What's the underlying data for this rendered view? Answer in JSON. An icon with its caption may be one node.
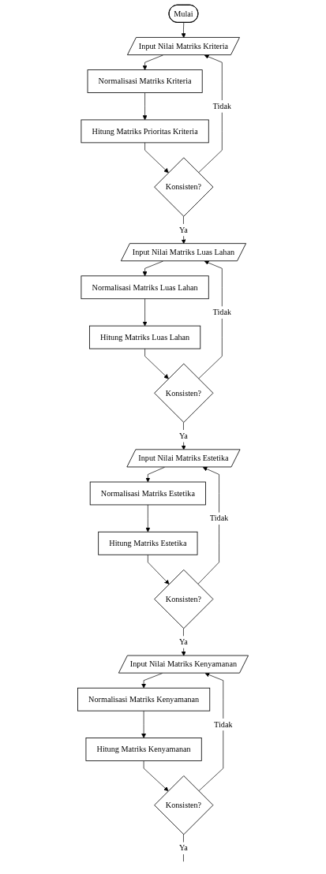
{
  "diagram": {
    "nodes": [
      {
        "text": [
          "Mulai"
        ]
      },
      {
        "text": [
          "Input Nilai Matriks Kriteria"
        ]
      },
      {
        "text": [
          "Normalisasi Matriks Kriteria"
        ]
      },
      {
        "text": [
          "Hitung Matriks Prioritas Kriteria"
        ]
      },
      {
        "text": [
          "Konsisten?"
        ]
      },
      {
        "text": [
          "Input Nilai Matriks Luas Lahan"
        ]
      },
      {
        "text": [
          "Normalisasi Matriks Luas Lahan"
        ]
      },
      {
        "text": [
          "Hitung Matriks Luas Lahan"
        ]
      },
      {
        "text": [
          "Konsisten?"
        ]
      },
      {
        "text": [
          "Input Nilai Matriks Estetika"
        ]
      },
      {
        "text": [
          "Normalisasi Matriks Estetika"
        ]
      },
      {
        "text": [
          "Hitung Matriks Estetika"
        ]
      },
      {
        "text": [
          "Konsisten?"
        ]
      },
      {
        "text": [
          "Input Nilai Matriks Kenyamanan"
        ]
      },
      {
        "text": [
          "Normalisasi Matriks Kenyamanan"
        ]
      },
      {
        "text": [
          "Hitung Matriks Kenyamanan"
        ]
      },
      {
        "text": [
          "Konsisten?"
        ]
      }
    ],
    "edges": [
      {
        "from": 0,
        "to": 1,
        "arrow": "to"
      },
      {
        "from": 1,
        "to": 2,
        "arrow": "to"
      },
      {
        "from": 2,
        "to": 3,
        "arrow": "to"
      },
      {
        "from": 3,
        "to": 4,
        "arrow": "to"
      },
      {
        "from": 4,
        "to": 1,
        "arrow": "to",
        "label": "Tidak"
      },
      {
        "from": 4,
        "to": 5,
        "arrow": "to",
        "label": "Ya"
      },
      {
        "from": 5,
        "to": 6,
        "arrow": "to"
      },
      {
        "from": 6,
        "to": 7,
        "arrow": "to"
      },
      {
        "from": 7,
        "to": 8,
        "arrow": "to"
      },
      {
        "from": 8,
        "to": 5,
        "arrow": "to",
        "label": "Tidak"
      },
      {
        "from": 8,
        "to": 9,
        "arrow": "to",
        "label": "Ya"
      },
      {
        "from": 9,
        "to": 10,
        "arrow": "to"
      },
      {
        "from": 10,
        "to": 11,
        "arrow": "to"
      },
      {
        "from": 11,
        "to": 12,
        "arrow": "to"
      },
      {
        "from": 12,
        "to": 9,
        "arrow": "to",
        "label": "Tidak"
      },
      {
        "from": 12,
        "to": 13,
        "arrow": "to",
        "label": "Ya"
      },
      {
        "from": 13,
        "to": 14,
        "arrow": "to"
      },
      {
        "from": 14,
        "to": 15,
        "arrow": "to"
      },
      {
        "from": 15,
        "to": 16,
        "arrow": "to"
      },
      {
        "from": 16,
        "to": 13,
        "arrow": "to",
        "label": "Tidak"
      },
      {
        "from": 16,
        "to": null,
        "arrow": "none",
        "label": "Ya"
      }
    ]
  }
}
